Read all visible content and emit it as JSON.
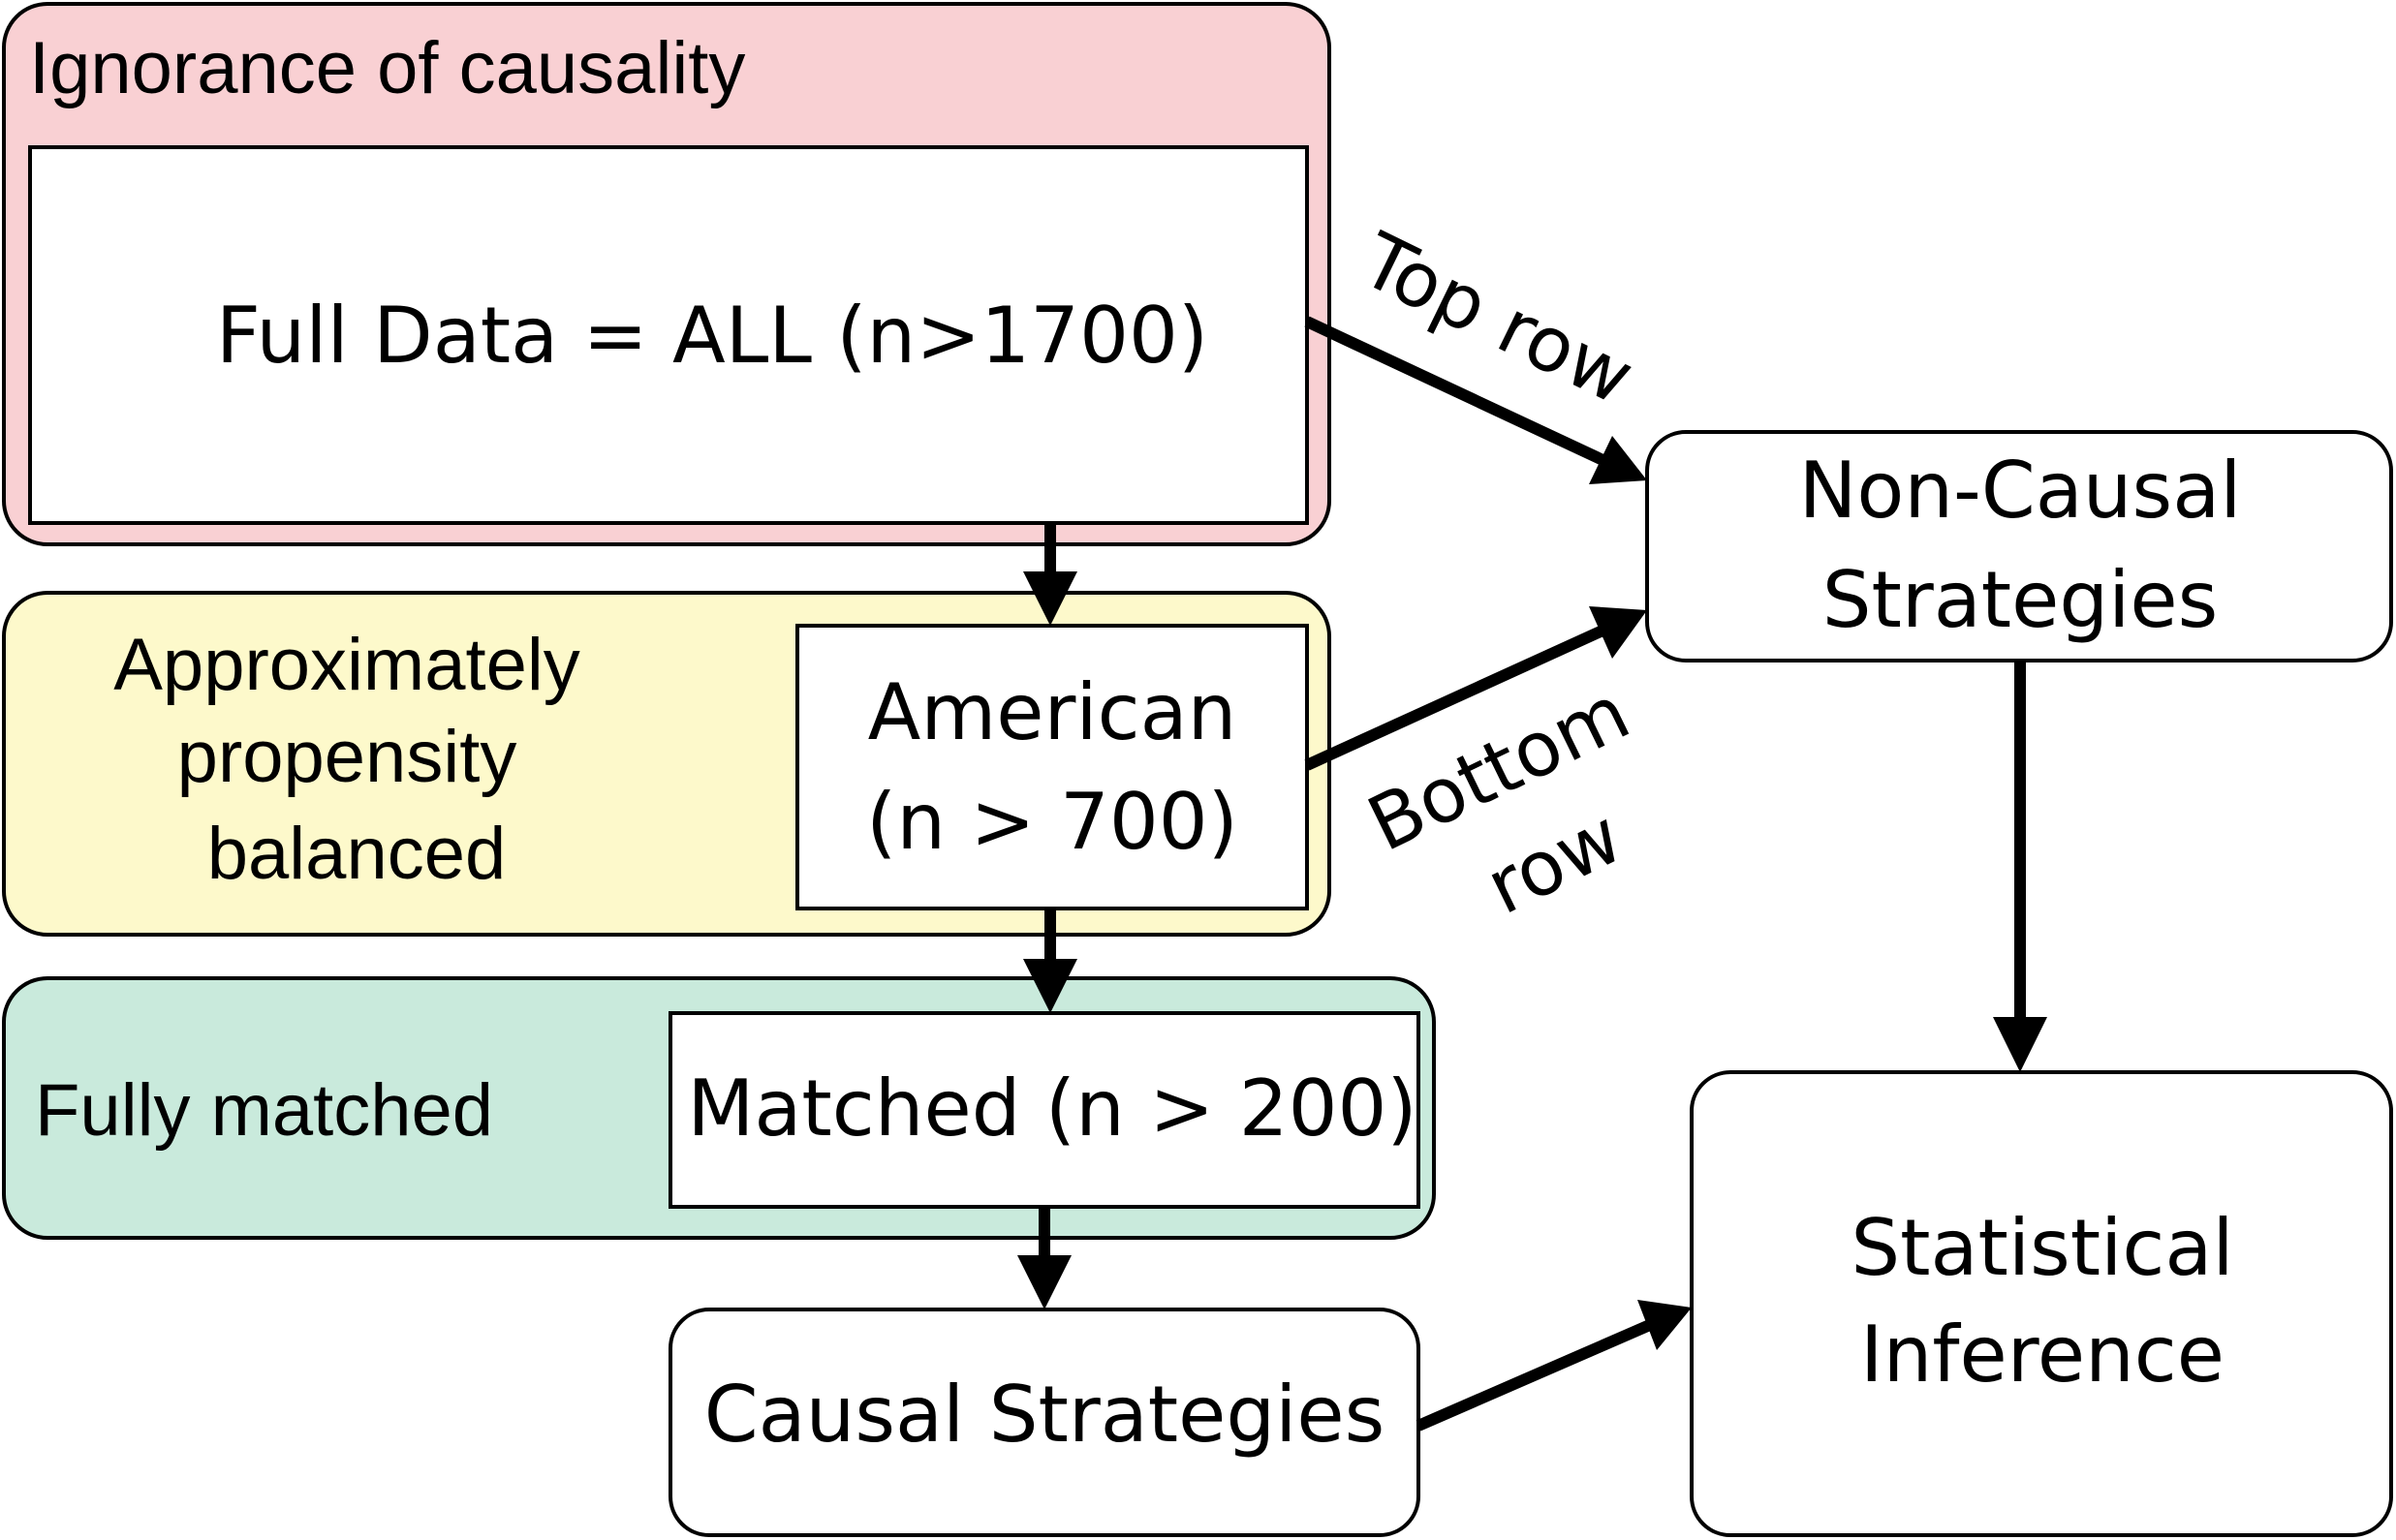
{
  "groups": {
    "ignorance": {
      "label": "Ignorance of causality",
      "fill": "#f9d0d3"
    },
    "approx": {
      "label_lines": [
        "Approximately",
        "propensity",
        "balanced"
      ],
      "fill": "#fdf9cb"
    },
    "fully": {
      "label": "Fully matched",
      "fill": "#c9eadc"
    }
  },
  "nodes": {
    "full_data": {
      "label": "Full Data = ALL (n>1700)"
    },
    "american": {
      "label_lines": [
        "American",
        "(n > 700)"
      ]
    },
    "matched": {
      "label": "Matched (n > 200)"
    },
    "causal": {
      "label": "Causal Strategies"
    },
    "noncausal": {
      "label_lines": [
        "Non-Causal",
        "Strategies"
      ]
    },
    "statistical": {
      "label_lines": [
        "Statistical",
        "Inference"
      ]
    }
  },
  "edge_labels": {
    "top_row": "Top row",
    "bottom_row_lines": [
      "Bottom",
      "row"
    ]
  },
  "colors": {
    "stroke": "#000000",
    "node_fill": "#ffffff"
  }
}
